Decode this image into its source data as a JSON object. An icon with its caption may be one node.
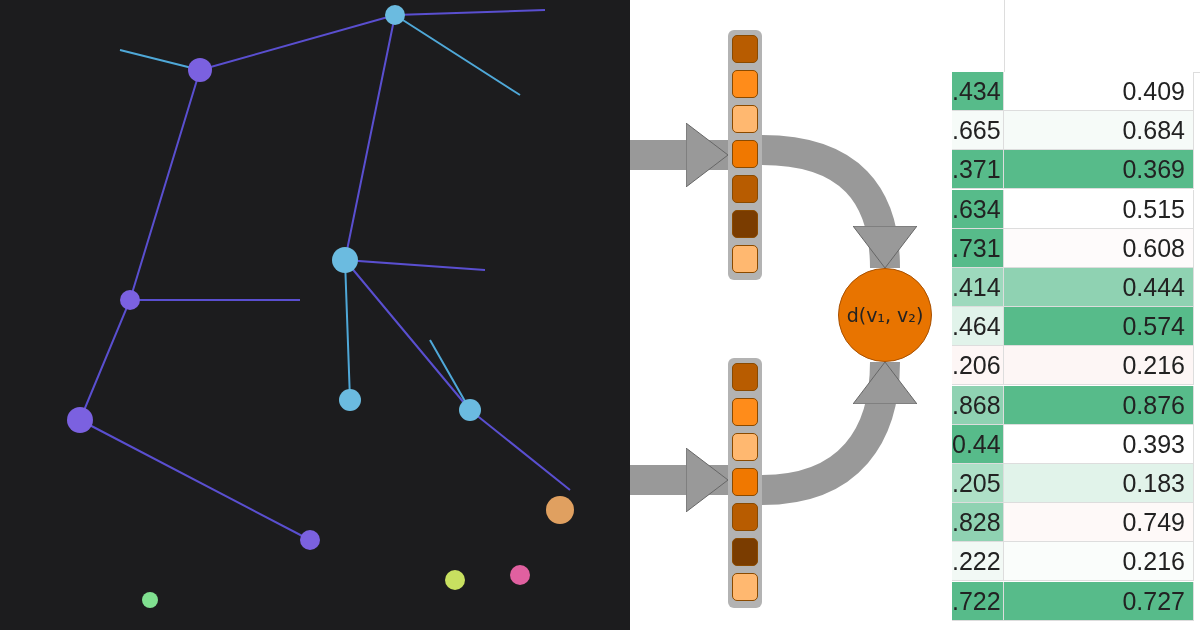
{
  "diagram": {
    "nodes": [
      {
        "text": [],
        "shape": "picture"
      },
      {
        "text": [],
        "shape": "bar"
      },
      {
        "text": [],
        "shape": "bar"
      },
      {
        "text": [
          "d(v₁, v₂)"
        ]
      }
    ],
    "edges": [
      {
        "from": 0,
        "to": 1,
        "arrow": "to"
      },
      {
        "from": 0,
        "to": 2,
        "arrow": "to"
      },
      {
        "from": 1,
        "to": 3,
        "arrow": "to"
      },
      {
        "from": 2,
        "to": 3,
        "arrow": "to"
      }
    ],
    "labels": [
      ".434",
      "0.409",
      ".665",
      "0.684",
      ".371",
      "0.369",
      ".634",
      "0.515",
      ".731",
      "0.608",
      ".414",
      "0.444",
      ".464",
      "0.574",
      ".206",
      "0.216",
      ".868",
      "0.876",
      "0.44",
      "0.393",
      ".205",
      "0.183",
      ".828",
      "0.749",
      ".222",
      "0.216",
      ".722",
      "0.727"
    ]
  }
}
